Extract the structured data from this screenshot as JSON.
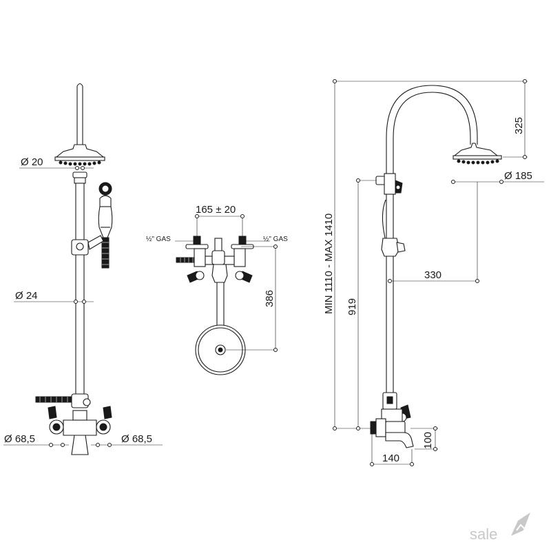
{
  "dimensions": {
    "left_arm_dia": "Ø  20",
    "left_riser_dia": "Ø  24",
    "left_base_dia": "Ø  68,5",
    "right_base_dia": "Ø  68,5",
    "center_spacing": "165 ± 20",
    "left_gas": "½\" GAS",
    "right_gas": "½\" GAS",
    "center_height": "386",
    "total_height": "MIN 1110 - MAX 1410",
    "riser_height": "919",
    "arm_drop": "325",
    "head_dia": "Ø 185",
    "arm_reach": "330",
    "spout_length": "140",
    "spout_height": "100"
  },
  "logo": {
    "text": "sale"
  },
  "colors": {
    "line": "#1a1a1a",
    "logo": "#c8c8c8"
  }
}
